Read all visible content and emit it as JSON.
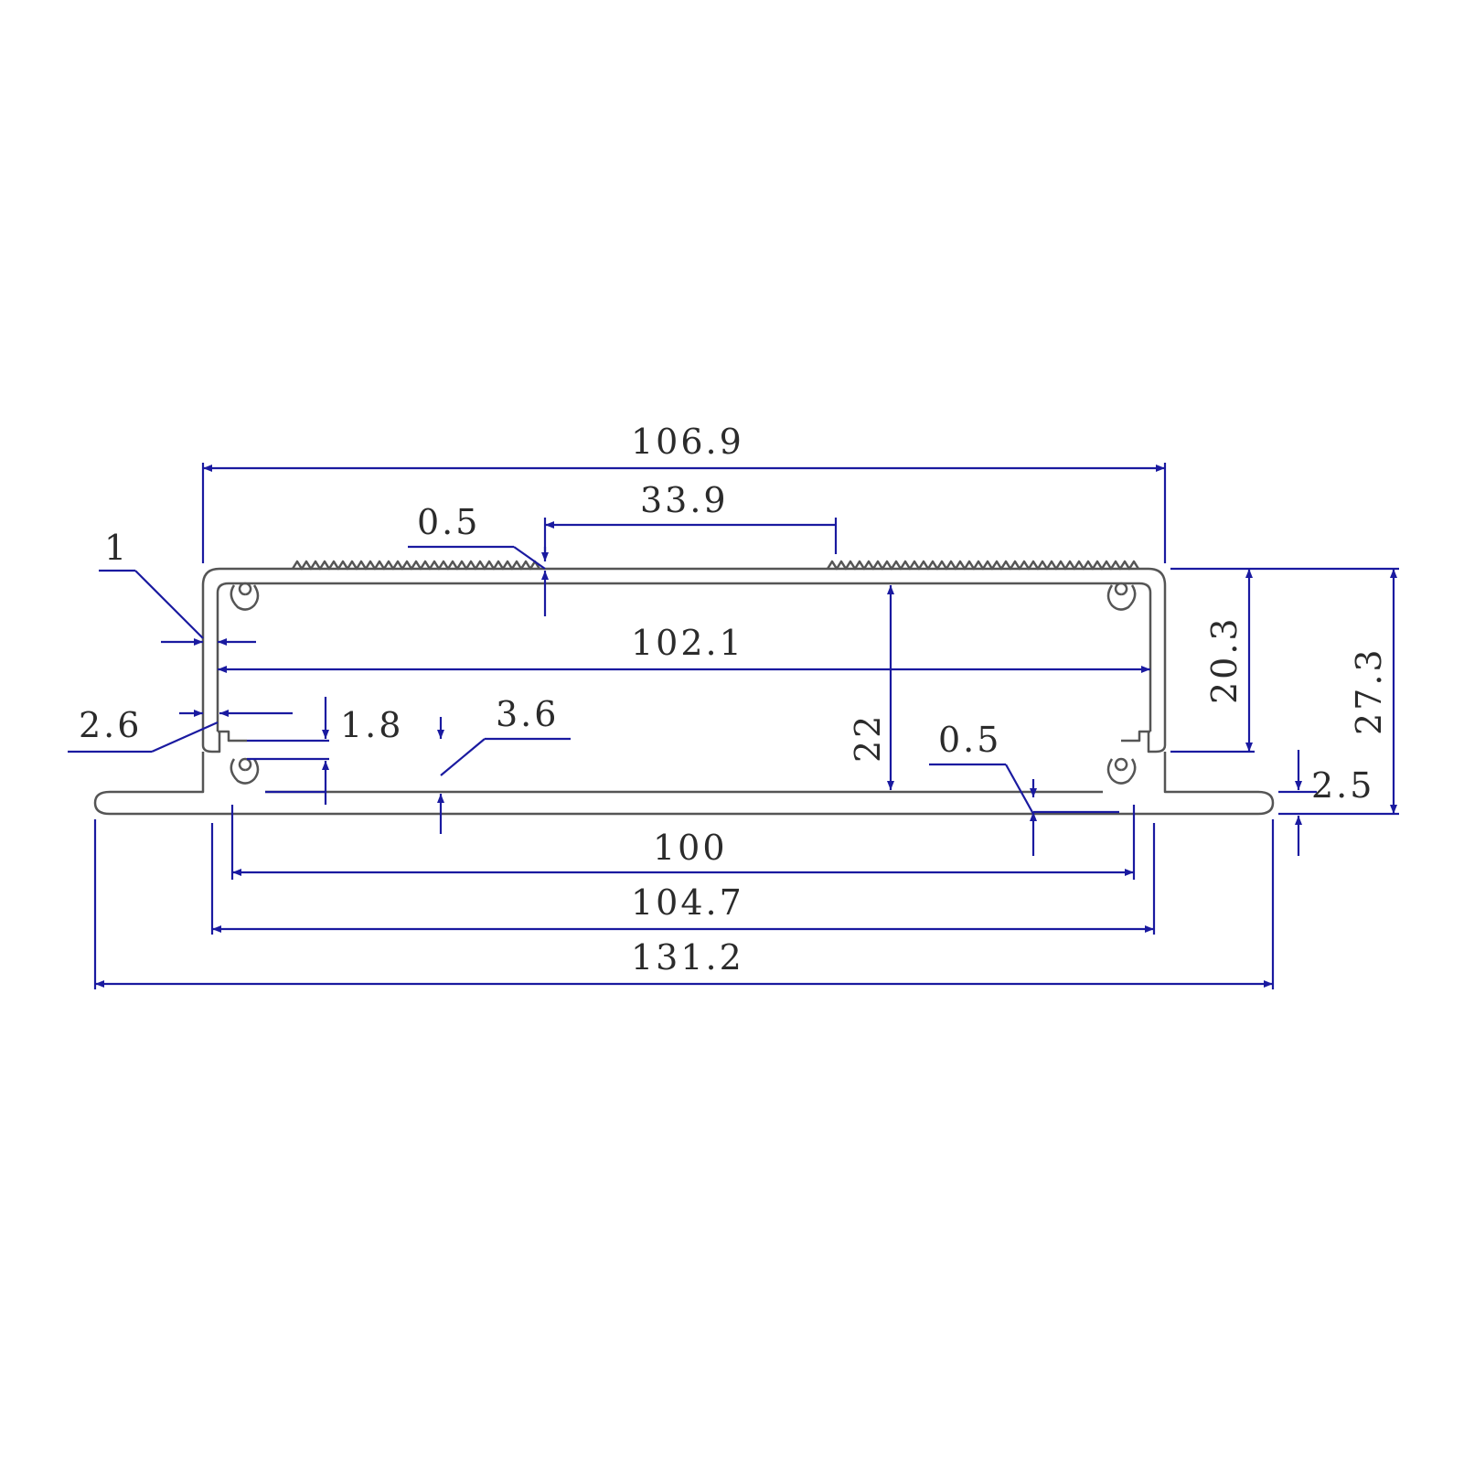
{
  "colors": {
    "dimension": "#1a1aa0",
    "profile": "#555555",
    "text": "#2b2b2b",
    "background": "#ffffff"
  },
  "dimensions": {
    "overall_top_width": "106.9",
    "rib_zone_width": "33.9",
    "rib_depth": "0.5",
    "wall_thickness": "1",
    "inner_width": "102.1",
    "slot_wall": "2.6",
    "slot_gap": "1.8",
    "slot_height": "3.6",
    "inner_height": "22",
    "bottom_gap": "0.5",
    "upper_height": "20.3",
    "overall_height": "27.3",
    "flange_thickness": "2.5",
    "base_inner_width": "100",
    "base_width": "104.7",
    "flange_width": "131.2"
  }
}
